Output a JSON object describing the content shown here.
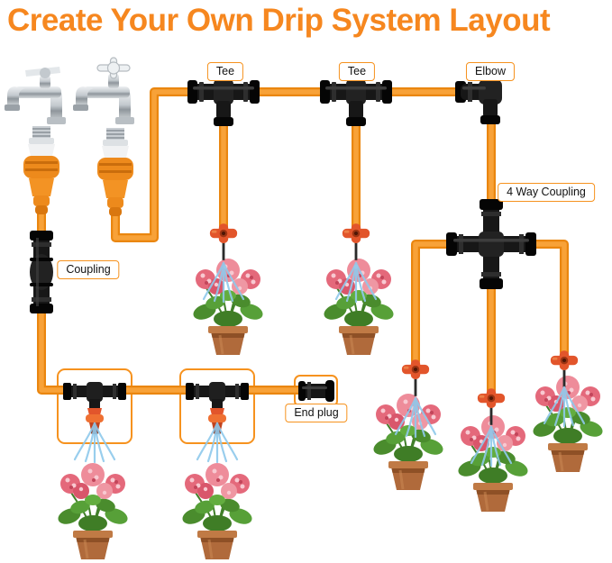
{
  "title": "Create Your Own Drip System Layout",
  "labels": {
    "tee1": "Tee",
    "tee2": "Tee",
    "elbow": "Elbow",
    "four_way": "4 Way Coupling",
    "coupling": "Coupling",
    "end_plug": "End plug"
  },
  "colors": {
    "title_orange": "#F6871F",
    "tube_orange": "#F6921E",
    "label_border_orange": "#F6921E",
    "fitting_black": "#171717",
    "dripper_red_orange": "#E2552B",
    "spray_blue": "#8FC9EC",
    "flower_pink": "#E4697B",
    "leaf_green": "#4A8C2D",
    "pot_terracotta": "#B06A3B"
  },
  "icons": {
    "faucet_left": "garden-faucet-icon",
    "faucet_right": "garden-faucet-icon",
    "connector_left": "hose-quick-connector-icon",
    "connector_right": "hose-quick-connector-icon",
    "tee_fitting": "tee-fitting-icon",
    "elbow_fitting": "elbow-fitting-icon",
    "four_way_fitting": "four-way-coupling-icon",
    "coupling_fitting": "coupling-icon",
    "end_plug_fitting": "end-plug-icon",
    "dripper": "dripper-emitter-icon",
    "mist_sprayer": "mist-sprayer-icon",
    "potted_plant": "potted-flower-icon",
    "water_spray": "water-spray-icon",
    "tubing": "drip-tubing-line"
  }
}
